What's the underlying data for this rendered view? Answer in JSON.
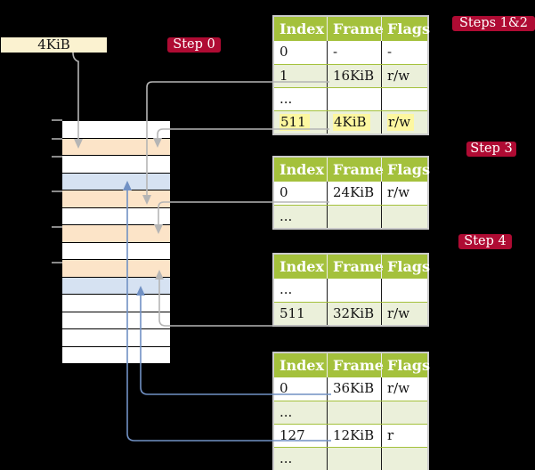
{
  "frame_label": "4KiB",
  "badges": {
    "step0": "Step 0",
    "steps12": "Steps 1&2",
    "step3": "Step 3",
    "step4": "Step 4"
  },
  "colors": {
    "badge_red": "#AF0B33",
    "header_green": "#A4C13C",
    "row_green": "#EBF0DA",
    "highlight_yellow": "#FDF7A0",
    "frame_cream": "#FBF2D0",
    "strip_peach": "#FCE4C8",
    "strip_blue": "#D6E2F2",
    "arrow_grey": "#B5B5B5",
    "arrow_blue": "#7191C4"
  },
  "memory": {
    "rows": [
      "white",
      "peach",
      "white",
      "blue",
      "peach",
      "white",
      "peach",
      "white",
      "peach",
      "blue",
      "white",
      "white",
      "white",
      "white"
    ]
  },
  "tables": [
    {
      "name": "level-4-table",
      "headers": [
        "Index",
        "Frame",
        "Flags"
      ],
      "rows": [
        {
          "cells": [
            "0",
            "-",
            "-"
          ]
        },
        {
          "cells": [
            "1",
            "16KiB",
            "r/w"
          ]
        },
        {
          "cells": [
            "...",
            "",
            ""
          ]
        },
        {
          "cells": [
            "511",
            "4KiB",
            "r/w"
          ]
        }
      ]
    },
    {
      "name": "level-3-table",
      "headers": [
        "Index",
        "Frame",
        "Flags"
      ],
      "rows": [
        {
          "cells": [
            "0",
            "24KiB",
            "r/w"
          ]
        },
        {
          "cells": [
            "...",
            "",
            ""
          ]
        }
      ]
    },
    {
      "name": "level-2-table",
      "headers": [
        "Index",
        "Frame",
        "Flags"
      ],
      "rows": [
        {
          "cells": [
            "...",
            "",
            ""
          ]
        },
        {
          "cells": [
            "511",
            "32KiB",
            "r/w"
          ]
        }
      ]
    },
    {
      "name": "level-1-table",
      "headers": [
        "Index",
        "Frame",
        "Flags"
      ],
      "rows": [
        {
          "cells": [
            "0",
            "36KiB",
            "r/w"
          ]
        },
        {
          "cells": [
            "...",
            "",
            ""
          ]
        },
        {
          "cells": [
            "127",
            "12KiB",
            "r"
          ]
        },
        {
          "cells": [
            "...",
            "",
            ""
          ]
        }
      ]
    }
  ]
}
